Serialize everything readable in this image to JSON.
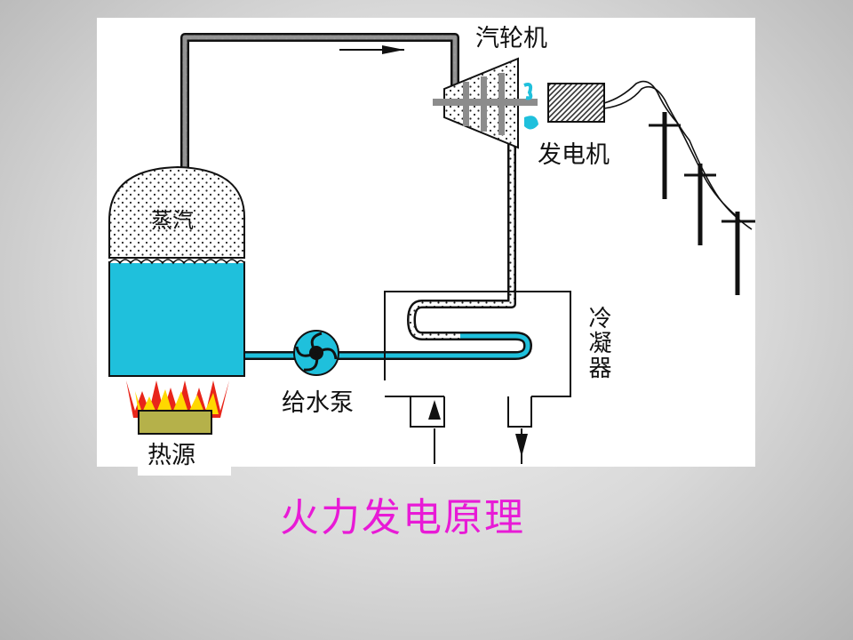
{
  "diagram": {
    "title": "火力发电原理",
    "labels": {
      "turbine": "汽轮机",
      "generator": "发电机",
      "steam": "蒸汽",
      "condenser": "冷凝器",
      "pump": "给水泵",
      "heat_source": "热源"
    },
    "colors": {
      "water": "#1fc0dc",
      "flame_red": "#e8251a",
      "flame_yellow": "#ffd800",
      "burner": "#b5b14a",
      "title": "#e81ad6"
    }
  }
}
